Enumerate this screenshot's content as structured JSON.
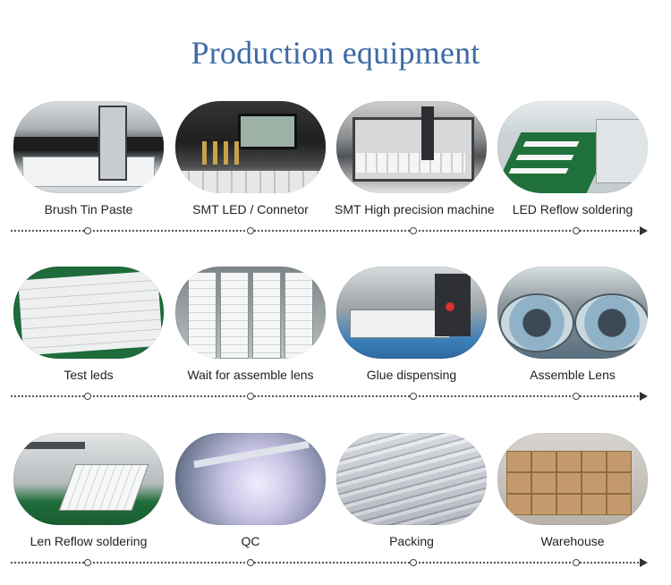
{
  "title": "Production equipment",
  "rows": [
    {
      "items": [
        {
          "caption": "Brush Tin Paste",
          "photo": "brush-tin-paste-photo"
        },
        {
          "caption": "SMT LED / Connetor",
          "photo": "smt-led-connector-photo"
        },
        {
          "caption": "SMT High precision machine",
          "photo": "smt-high-precision-photo"
        },
        {
          "caption": "LED Reflow soldering",
          "photo": "led-reflow-photo"
        }
      ]
    },
    {
      "items": [
        {
          "caption": "Test leds",
          "photo": "test-leds-photo"
        },
        {
          "caption": "Wait for assemble lens",
          "photo": "wait-assemble-lens-photo"
        },
        {
          "caption": "Glue dispensing",
          "photo": "glue-dispensing-photo"
        },
        {
          "caption": "Assemble Lens",
          "photo": "assemble-lens-photo"
        }
      ]
    },
    {
      "items": [
        {
          "caption": "Len Reflow soldering",
          "photo": "len-reflow-photo"
        },
        {
          "caption": "QC",
          "photo": "qc-photo"
        },
        {
          "caption": "Packing",
          "photo": "packing-photo"
        },
        {
          "caption": "Warehouse",
          "photo": "warehouse-photo"
        }
      ]
    }
  ],
  "colors": {
    "title": "#3d6aa5",
    "caption": "#222222",
    "divider": "#555555"
  }
}
